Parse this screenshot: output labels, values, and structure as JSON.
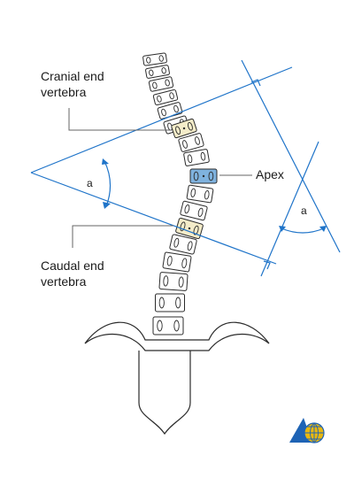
{
  "labels": {
    "cranial_line1": "Cranial end",
    "cranial_line2": "vertebra",
    "caudal_line1": "Caudal end",
    "caudal_line2": "vertebra",
    "apex": "Apex",
    "angle_left": "a",
    "angle_right": "a"
  },
  "colors": {
    "line_blue": "#1f74c9",
    "outline": "#2b2b2b",
    "end_vertebra_fill": "#f4ecc9",
    "apex_fill": "#7fb2de",
    "leader": "#666666"
  },
  "icons": {
    "logo": "globe-triangle-logo-icon"
  }
}
